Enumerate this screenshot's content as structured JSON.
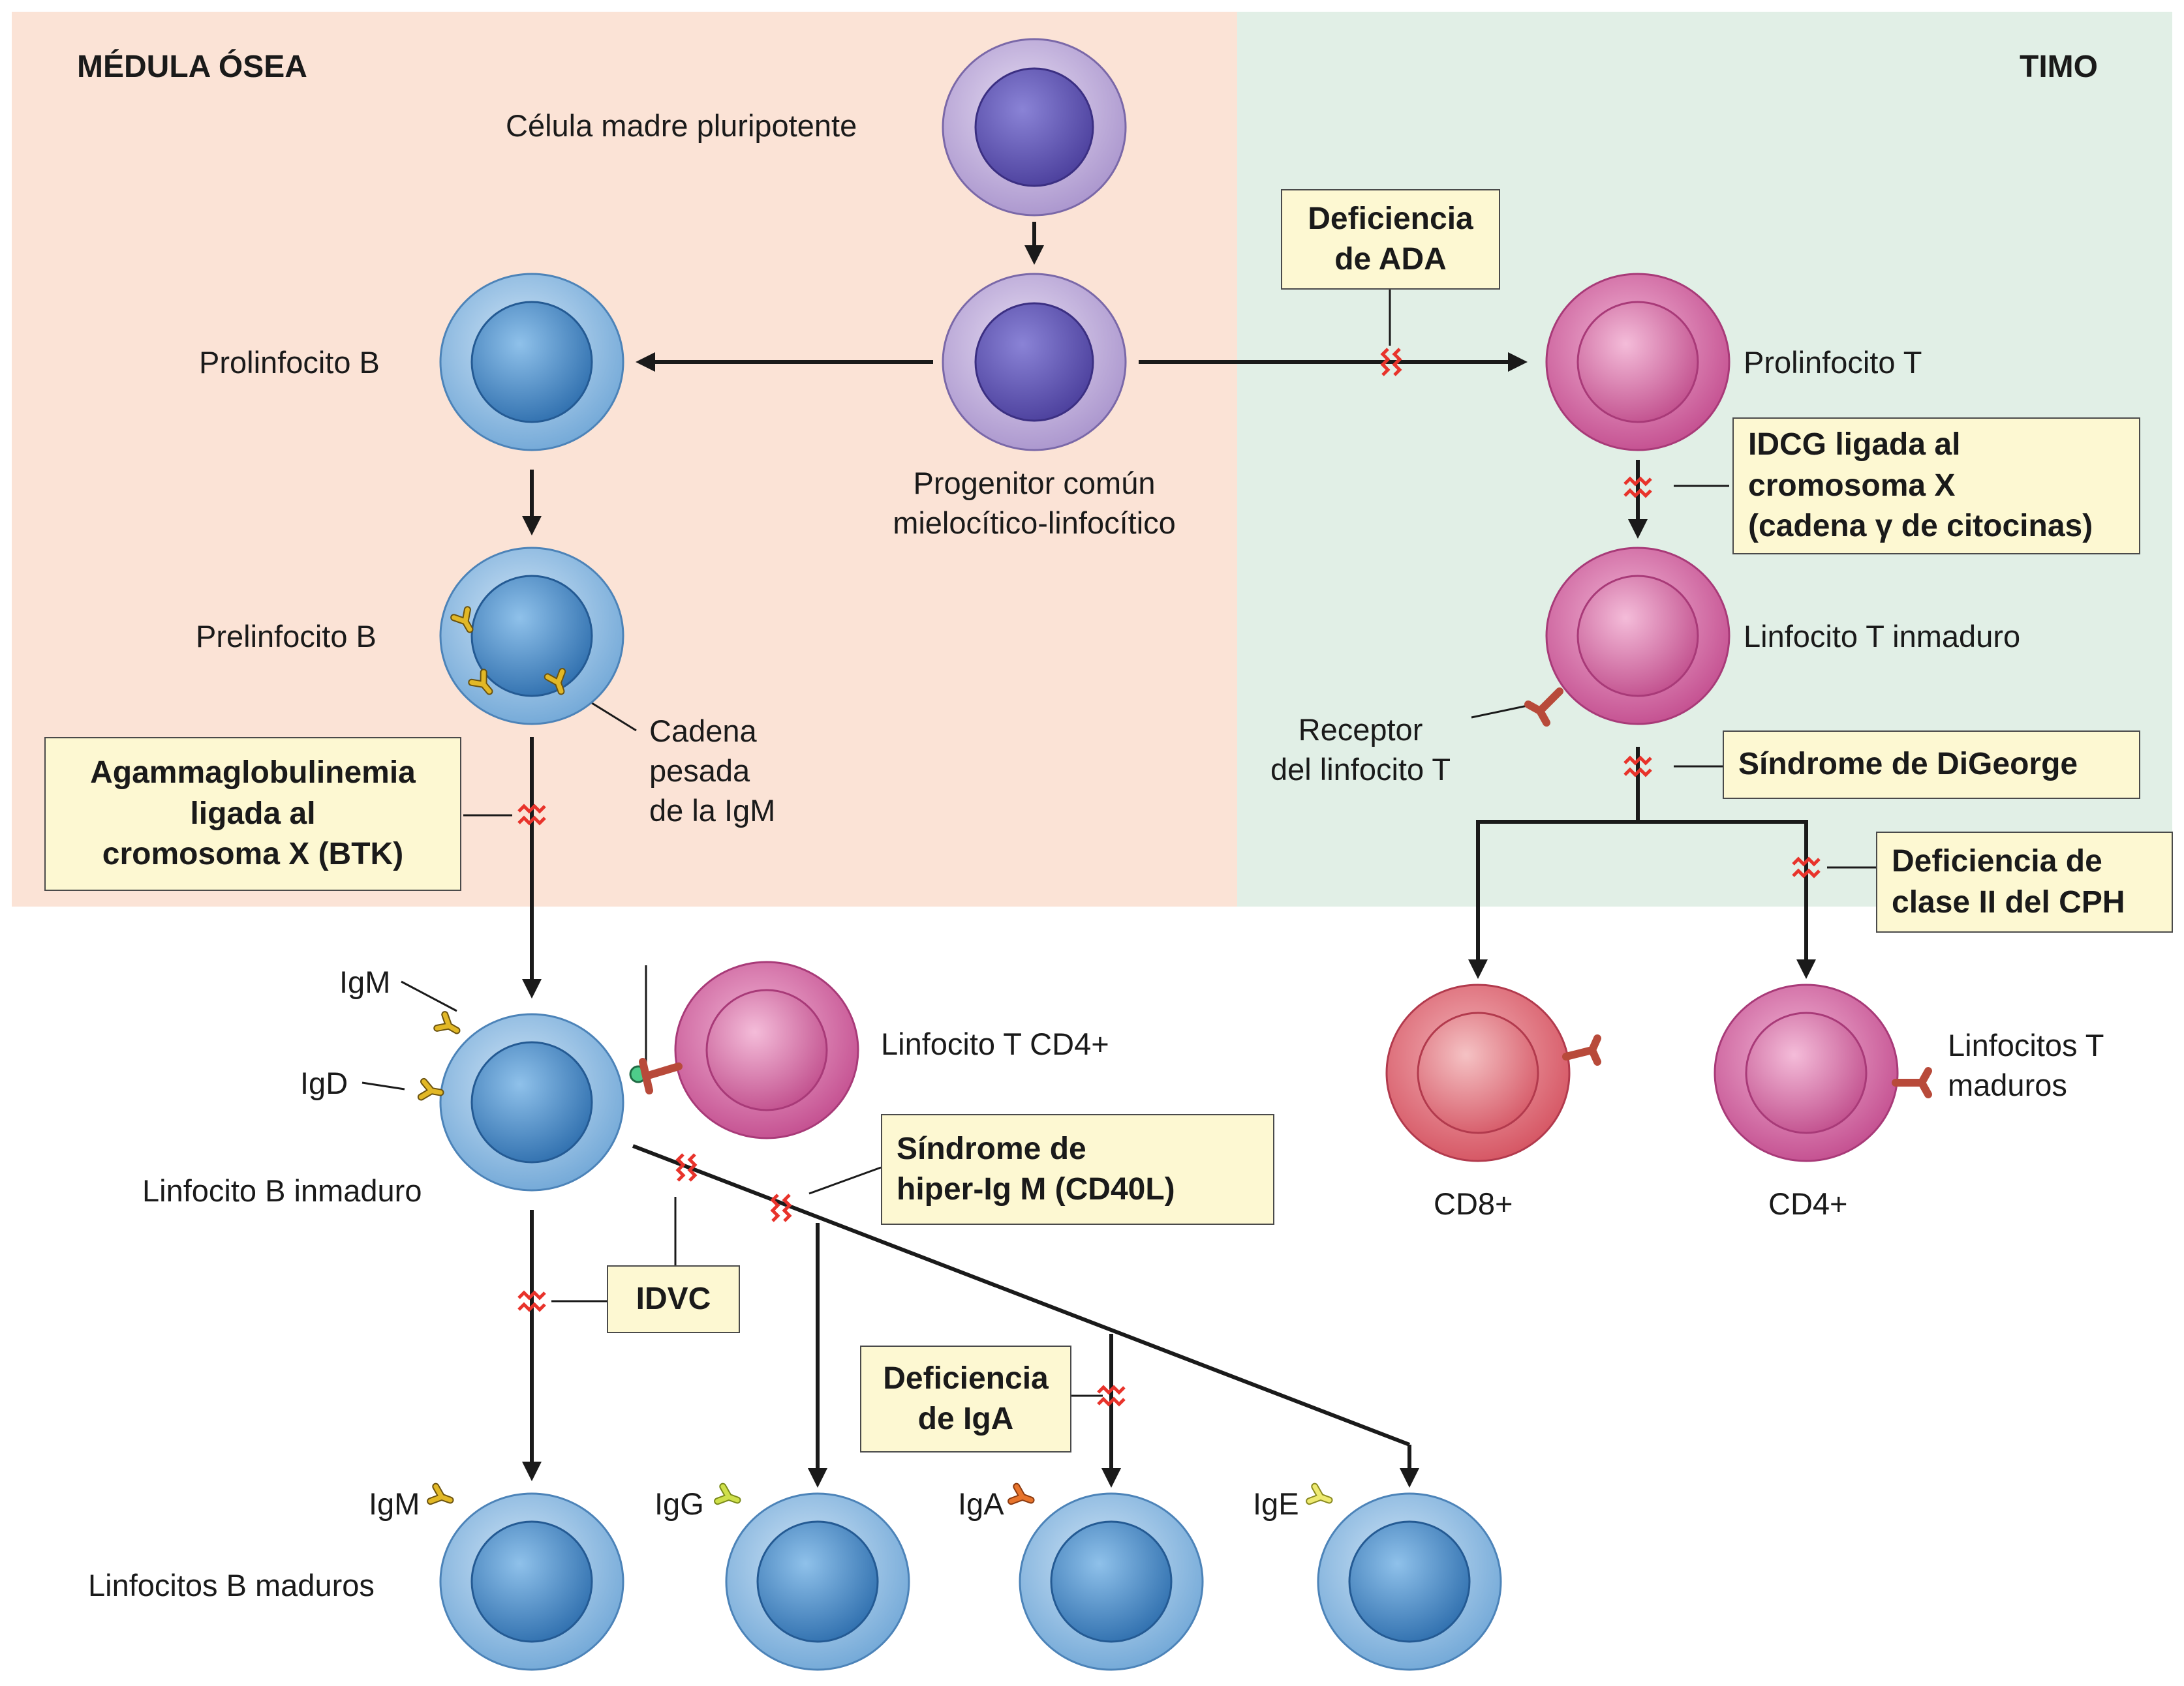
{
  "regions": {
    "bone_marrow": "MÉDULA ÓSEA",
    "thymus": "TIMO"
  },
  "cells": {
    "stem": "Célula madre pluripotente",
    "progenitor": "Progenitor común\nmielocítico-linfocítico",
    "pro_b": "Prolinfocito B",
    "pre_b": "Prelinfocito B",
    "heavy_chain": "Cadena\npesada\nde la IgM",
    "immature_b": "Linfocito B inmaduro",
    "cd4_helper": "Linfocito T CD4+",
    "mature_b": "Linfocitos B maduros",
    "pro_t": "Prolinfocito T",
    "immature_t": "Linfocito T inmaduro",
    "tcr": "Receptor\ndel linfocito T",
    "cd8": "CD8+",
    "cd4": "CD4+",
    "mature_t": "Linfocitos T\nmaduros"
  },
  "immunoglobulins": {
    "igm_top": "IgM",
    "igd": "IgD",
    "igm": "IgM",
    "igg": "IgG",
    "iga": "IgA",
    "ige": "IgE"
  },
  "defects": {
    "ada": "Deficiencia\nde ADA",
    "xscid": "IDCG ligada al\ncromosoma X\n(cadena γ de citocinas)",
    "digeorge": "Síndrome de DiGeorge",
    "mhc2": "Deficiencia de\nclase II del CPH",
    "xla": "Agammaglobulinemia\nligada al\ncromosoma X (BTK)",
    "hyper_igm": "Síndrome de\nhiper-Ig M (CD40L)",
    "cvid": "IDVC",
    "iga_def": "Deficiencia\nde IgA"
  },
  "colors": {
    "marrow_bg": "#fbe3d6",
    "thymus_bg": "#e1efe6",
    "box_bg": "#fdf8d2",
    "stem_cell": "#b9a6d6",
    "b_cell": "#7db0dc",
    "t_cell": "#d35f9b",
    "cd8_cell": "#e0607a",
    "antibody": "#e2b826",
    "receptor": "#b84a3a",
    "break_mark": "#e8332b"
  }
}
